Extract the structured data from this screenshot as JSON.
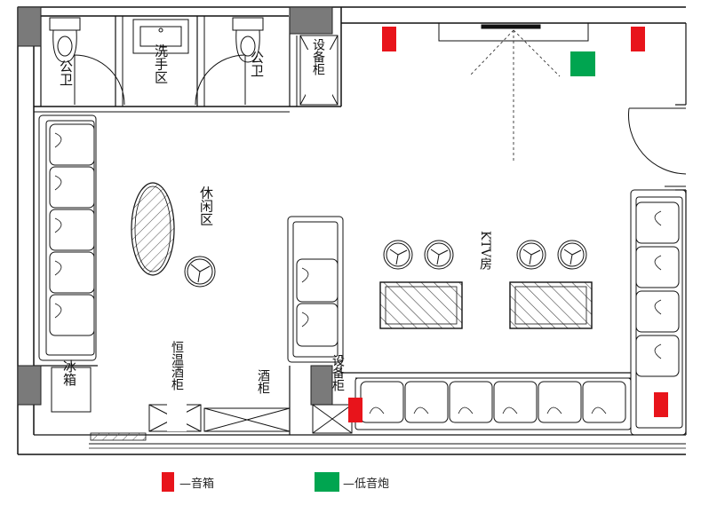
{
  "labels": {
    "toilet_left": "公卫",
    "toilet_right": "公卫",
    "wash_area": "洗手区",
    "equipment_cabinet": "设备柜",
    "lounge_area": "休闲区",
    "ktv_room": "KTV房",
    "fridge": "冰箱",
    "wine_cooler": "恒温酒柜",
    "wine_cabinet": "酒柜",
    "equipment_cabinet_bottom": "设备柜"
  },
  "legend": {
    "speaker_label": "—音箱",
    "subwoofer_label": "—低音炮"
  },
  "colors": {
    "speaker": "#e8141b",
    "subwoofer": "#00a550",
    "wall": "#111111",
    "column": "#7a7a7a"
  }
}
